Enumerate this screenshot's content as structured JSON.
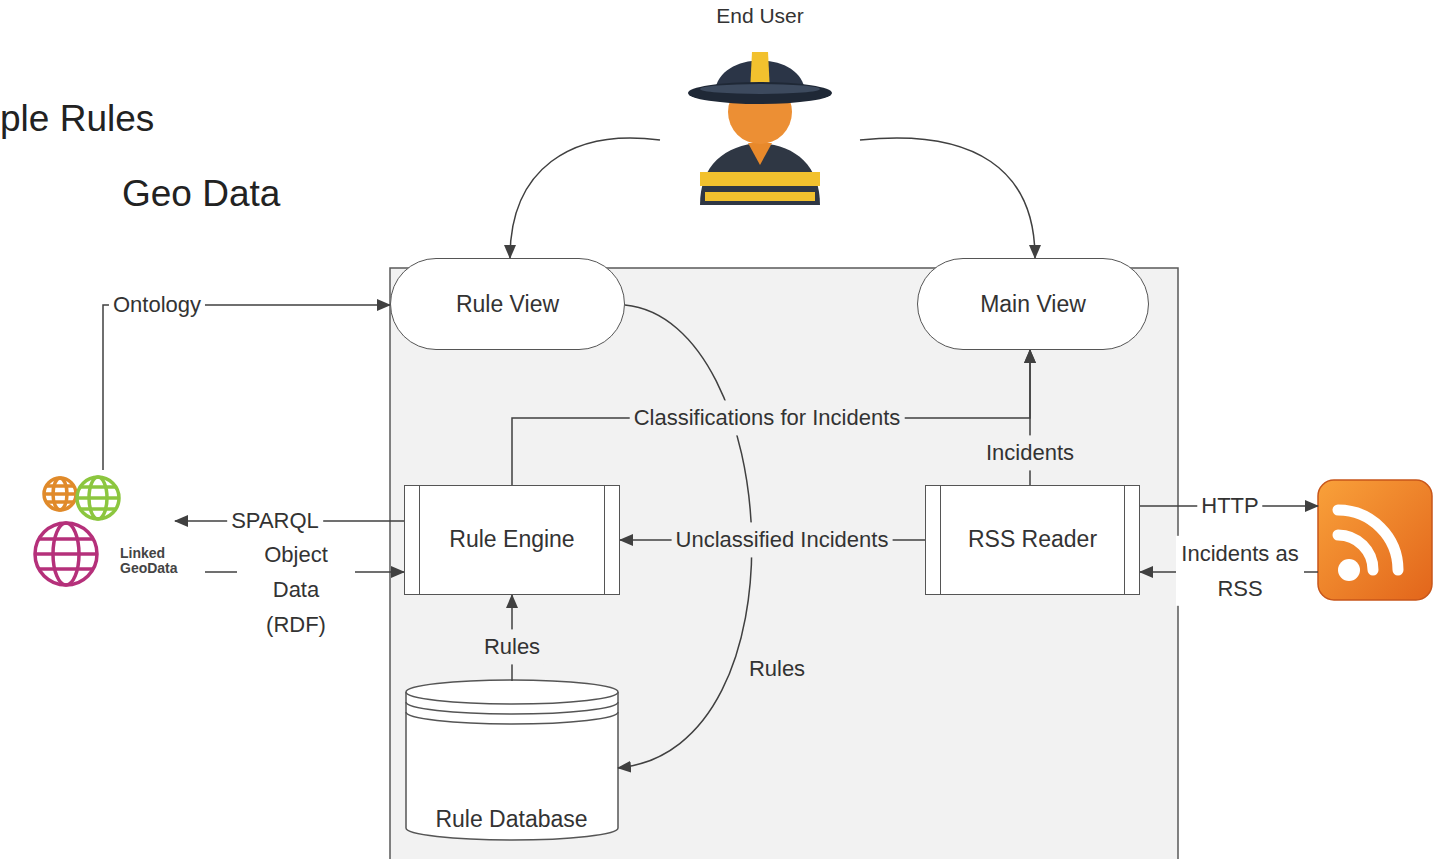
{
  "diagram": {
    "nodes": [
      {
        "text": [
          "End User"
        ]
      },
      {
        "text": [
          "Rule View"
        ]
      },
      {
        "text": [
          "Main View"
        ]
      },
      {
        "text": [
          "Linked GeoData"
        ]
      },
      {
        "text": [
          "Rule Engine"
        ]
      },
      {
        "text": [
          "RSS Reader"
        ]
      },
      {
        "text": []
      },
      {
        "text": [
          "Rule Database"
        ]
      }
    ],
    "edges": [
      {
        "from": 0,
        "to": 1,
        "arrow": "to"
      },
      {
        "from": 0,
        "to": 2,
        "arrow": "to"
      },
      {
        "from": 3,
        "to": 1,
        "label": "Ontology",
        "arrow": "to"
      },
      {
        "from": 4,
        "to": 3,
        "label": "SPARQL",
        "arrow": "to"
      },
      {
        "from": 3,
        "to": 4,
        "label": "Object Data (RDF)",
        "arrow": "to"
      },
      {
        "from": 4,
        "to": 2,
        "label": "Classifications for Incidents",
        "arrow": "to"
      },
      {
        "from": 5,
        "to": 2,
        "label": "Incidents",
        "arrow": "to"
      },
      {
        "from": 5,
        "to": 4,
        "label": "Unclassified Incidents",
        "arrow": "to"
      },
      {
        "from": 5,
        "to": 6,
        "label": "HTTP",
        "arrow": "to"
      },
      {
        "from": 6,
        "to": 5,
        "label": "Incidents as RSS",
        "arrow": "to"
      },
      {
        "from": 7,
        "to": 4,
        "label": "Rules",
        "arrow": "to"
      },
      {
        "from": 1,
        "to": 7,
        "label": "Rules",
        "arrow": "to"
      }
    ],
    "labels": [
      "ple Rules",
      "Geo Data"
    ]
  }
}
